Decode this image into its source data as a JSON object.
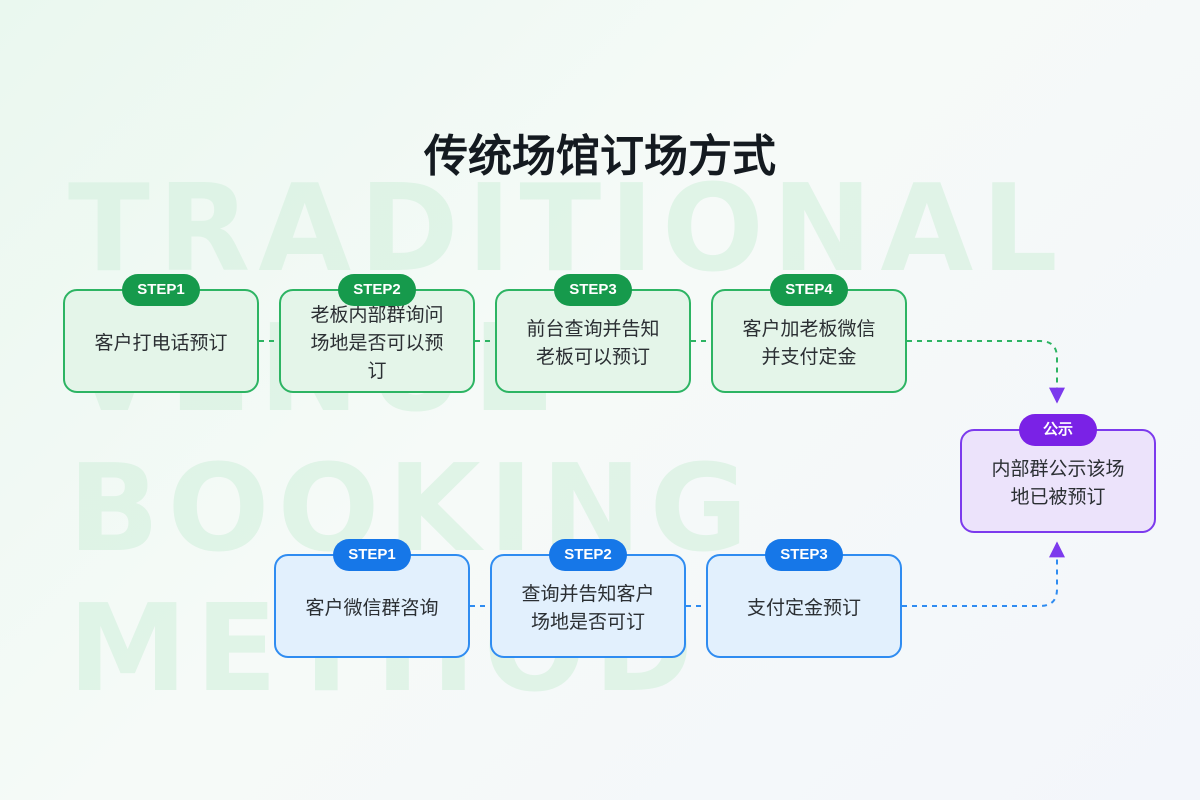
{
  "watermark": {
    "line1": "TRADITIONAL",
    "line2": "VENUE",
    "line3": "BOOKING",
    "line4": "METHOD"
  },
  "title": "传统场馆订场方式",
  "colors": {
    "green_border": "#2db463",
    "green_badge": "#169a4c",
    "blue_border": "#2f8cf1",
    "blue_badge": "#1677e8",
    "purple_border": "#7c3aed",
    "purple_badge": "#7a22e6"
  },
  "top_flow": [
    {
      "badge": "STEP1",
      "text": "客户打电话预订"
    },
    {
      "badge": "STEP2",
      "text": "老板内部群询问场地是否可以预订"
    },
    {
      "badge": "STEP3",
      "text": "前台查询并告知老板可以预订"
    },
    {
      "badge": "STEP4",
      "text": "客户加老板微信并支付定金"
    }
  ],
  "bottom_flow": [
    {
      "badge": "STEP1",
      "text": "客户微信群咨询"
    },
    {
      "badge": "STEP2",
      "text": "查询并告知客户场地是否可订"
    },
    {
      "badge": "STEP3",
      "text": "支付定金预订"
    }
  ],
  "result": {
    "badge": "公示",
    "text": "内部群公示该场地已被预订"
  }
}
